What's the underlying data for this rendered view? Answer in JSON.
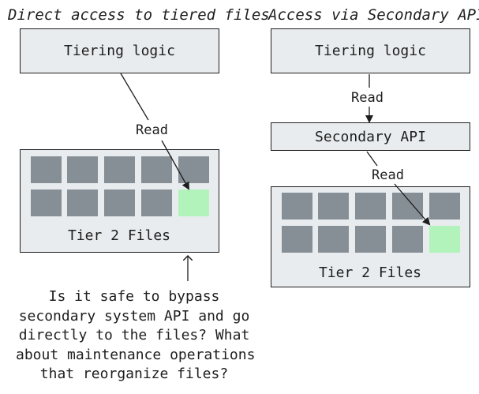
{
  "left": {
    "heading": "Direct access to tiered files",
    "tiering_box": "Tiering logic",
    "read_label": "Read",
    "files_caption": "Tier 2 Files",
    "note_lines": [
      "Is it safe to bypass",
      "secondary system API and go",
      "directly to the files? What",
      "about maintenance operations",
      "that reorganize files?"
    ]
  },
  "right": {
    "heading": "Access via Secondary API",
    "tiering_box": "Tiering logic",
    "read_label_1": "Read",
    "api_box": "Secondary API",
    "read_label_2": "Read",
    "files_caption": "Tier 2 Files"
  },
  "colors": {
    "box_fill": "#e9ecef",
    "file_cell": "#868e96",
    "highlighted_file": "#b2f2bb",
    "stroke": "#1e1e1e"
  }
}
